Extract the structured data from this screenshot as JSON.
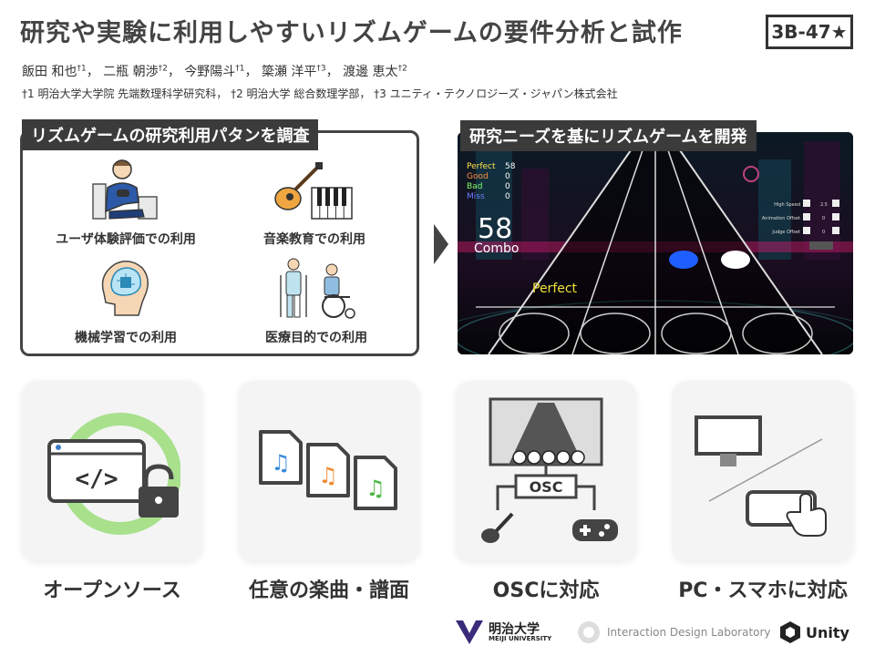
{
  "header": {
    "title": "研究や実験に利用しやすいリズムゲームの要件分析と試作",
    "tag": "3B-47★",
    "authors": [
      {
        "name": "飯田 和也",
        "mark": "†1"
      },
      {
        "name": "二瓶 朝渉",
        "mark": "†2"
      },
      {
        "name": "今野陽斗",
        "mark": "†1"
      },
      {
        "name": "簗瀬 洋平",
        "mark": "†3"
      },
      {
        "name": "渡邊 恵太",
        "mark": "†2"
      }
    ],
    "affiliations": "†1 明治大学大学院 先端数理科学研究科， †2 明治大学 総合数理学部， †3 ユニティ・テクノロジーズ・ジャパン株式会社"
  },
  "survey": {
    "heading": "リズムゲームの研究利用パタンを調査",
    "uses": [
      {
        "label": "ユーザ体験評価での利用",
        "icon": "gamer-person-icon"
      },
      {
        "label": "音楽教育での利用",
        "icon": "guitar-piano-icon"
      },
      {
        "label": "機械学習での利用",
        "icon": "brain-chip-icon"
      },
      {
        "label": "医療目的での利用",
        "icon": "patients-icon"
      }
    ]
  },
  "prototype": {
    "heading": "研究ニーズを基にリズムゲームを開発",
    "game": {
      "judgements": [
        {
          "label": "Perfect",
          "count": "58",
          "color": "#ffe14d"
        },
        {
          "label": "Good",
          "count": "0",
          "color": "#ff8c3a"
        },
        {
          "label": "Bad",
          "count": "0",
          "color": "#7dff6a"
        },
        {
          "label": "Miss",
          "count": "0",
          "color": "#6a7dff"
        }
      ],
      "combo_value": "58",
      "combo_label": "Combo",
      "judgement_text": "Perfect",
      "settings": [
        {
          "label": "High Speed",
          "value": "2.5"
        },
        {
          "label": "Animation Offset",
          "value": "0"
        },
        {
          "label": "Judge Offset",
          "value": "0"
        }
      ]
    }
  },
  "features": [
    {
      "label": "オープンソース",
      "icon": "open-source-icon"
    },
    {
      "label": "任意の楽曲・譜面",
      "icon": "music-files-icon"
    },
    {
      "label": "OSCに対応",
      "icon": "osc-icon",
      "osc_text": "OSC"
    },
    {
      "label": "PC・スマホに対応",
      "icon": "pc-phone-icon"
    }
  ],
  "footer": {
    "meiji": "明治大学",
    "meiji_en": "MEIJI UNIVERSITY",
    "lab": "Interaction Design Laboratory",
    "unity": "Unity"
  },
  "colors": {
    "dark": "#3b3b3b",
    "card": "#f4f4f4",
    "green_ring": "#a8e08c",
    "note_blue": "#1f5fff"
  }
}
